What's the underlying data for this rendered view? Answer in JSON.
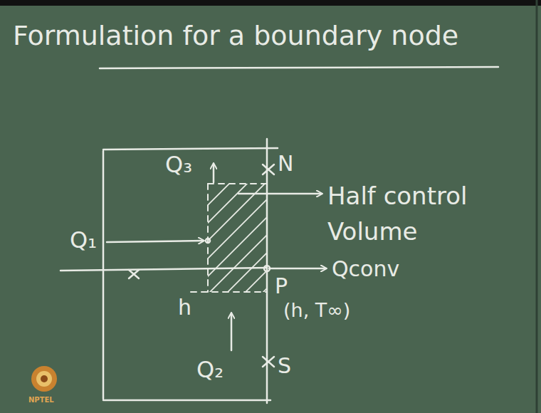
{
  "diagram": {
    "title": "Formulation for a boundary node",
    "labels": [
      "Q₃",
      "N",
      "Half control Volume",
      "Q₁",
      "Qconv",
      "P",
      "(h, T∞)",
      "h",
      "Q₂",
      "S",
      "NPTEL"
    ]
  }
}
